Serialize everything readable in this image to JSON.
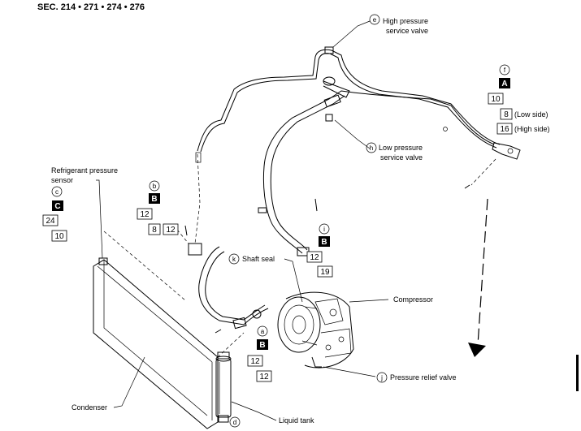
{
  "header": {
    "section": "SEC. 214 • 271 • 274 • 276"
  },
  "labels": {
    "high_pressure_service_valve_1": "High pressure",
    "high_pressure_service_valve_2": "service valve",
    "low_pressure_service_valve_1": "Low pressure",
    "low_pressure_service_valve_2": "service valve",
    "refrigerant_sensor_1": "Refrigerant pressure",
    "refrigerant_sensor_2": "sensor",
    "shaft_seal": "Shaft seal",
    "compressor": "Compressor",
    "pressure_relief_valve": "Pressure relief valve",
    "condenser": "Condenser",
    "liquid_tank": "Liquid tank",
    "low_side": "(Low side)",
    "high_side": "(High side)"
  },
  "callouts": {
    "a": "a",
    "b": "b",
    "c": "c",
    "d": "d",
    "e": "e",
    "f": "f",
    "h": "h",
    "i": "i",
    "j": "j",
    "k": "k"
  },
  "badges": {
    "f_letter": "A",
    "f_torque_1": "10",
    "f_torque_2": "8",
    "f_torque_3": "16",
    "b_letter": "B",
    "b_torque_1": "12",
    "b_torque_2": "8",
    "b_torque_3": "12",
    "c_letter": "C",
    "c_torque_1": "24",
    "c_torque_2": "10",
    "i_letter": "B",
    "i_torque_1": "12",
    "i_torque_2": "19",
    "a_letter": "B",
    "a_torque_1": "12",
    "a_torque_2": "12"
  }
}
